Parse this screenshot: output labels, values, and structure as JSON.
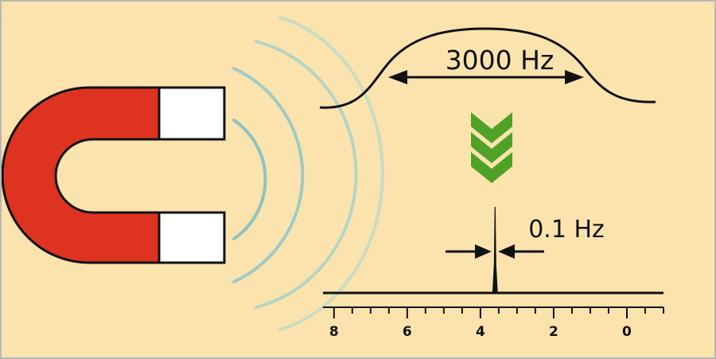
{
  "colors": {
    "background": "#fbe3ae",
    "border": "#b9b7b3",
    "magnet": "#de3320",
    "pole": "#ffffff",
    "outline": "#111111",
    "waves": [
      "#8dc3c1",
      "#9dcbc4",
      "#b4d4c3",
      "#cadcc0"
    ],
    "chevrons": "#4fa227"
  },
  "icons": {
    "magnet": "horseshoe-magnet-icon",
    "waves": "radio-wave-icon",
    "arrow": "triple-chevron-down-icon"
  },
  "labels": {
    "broad_width": "3000 Hz",
    "narrow_width": "0.1 Hz"
  },
  "axis": {
    "ticks": [
      {
        "value": 8,
        "label": "8"
      },
      {
        "value": 6,
        "label": "6"
      },
      {
        "value": 4,
        "label": "4"
      },
      {
        "value": 2,
        "label": "2"
      },
      {
        "value": 0,
        "label": "0"
      }
    ],
    "min": -1,
    "max": 8.3,
    "minor_step": 0.5,
    "peak_position": 3.6
  }
}
